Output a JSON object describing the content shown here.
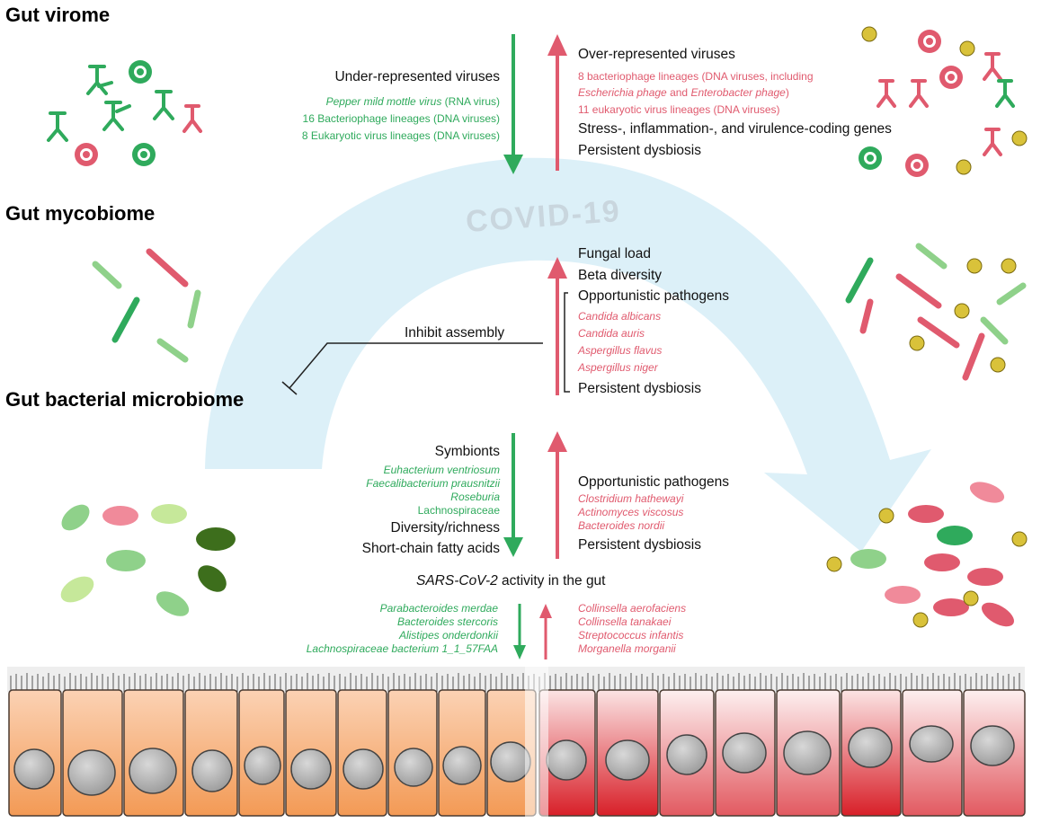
{
  "sections": {
    "virome": "Gut virome",
    "mycobiome": "Gut mycobiome",
    "bacterial": "Gut bacterial microbiome"
  },
  "center_label": "COVID-19",
  "virome": {
    "under": {
      "title": "Under-represented viruses",
      "item1_italic": "Pepper mild mottle virus",
      "item1_rest": " (RNA virus)",
      "item2": "16 Bacteriophage lineages (DNA viruses)",
      "item3": "8 Eukaryotic virus lineages (DNA viruses)"
    },
    "over": {
      "title": "Over-represented viruses",
      "item1": "8 bacteriophage lineages (DNA viruses, including",
      "item2_italic": "Escherichia phage",
      "item2_mid": " and ",
      "item2_italic2": "Enterobacter phage",
      "item2_end": ")",
      "item3": "11 eukaryotic virus lineages (DNA viruses)",
      "line4": "Stress-, inflammation-, and virulence-coding genes",
      "line5": "Persistent dysbiosis"
    }
  },
  "mycobiome": {
    "lines": [
      "Fungal load",
      "Beta diversity",
      "Opportunistic pathogens"
    ],
    "species": [
      "Candida albicans",
      "Candida auris",
      "Aspergillus flavus",
      "Aspergillus niger"
    ],
    "end": "Persistent dysbiosis",
    "inhibit": "Inhibit assembly"
  },
  "bacterial": {
    "down": {
      "title": "Symbionts",
      "species": [
        "Euhacterium ventriosum",
        "Faecalibacterium prausnitzii",
        "Roseburia",
        "Lachnospiraceae"
      ],
      "line2": "Diversity/richness",
      "line3": "Short-chain fatty acids"
    },
    "up": {
      "title": "Opportunistic pathogens",
      "species": [
        "Clostridium hathewayi",
        "Actinomyces viscosus",
        "Bacteroides nordii"
      ],
      "end": "Persistent dysbiosis"
    }
  },
  "sars": {
    "italic": "SARS-CoV-2",
    "rest": " activity in the gut",
    "down": [
      "Parabacteroides merdae",
      "Bacteroides stercoris",
      "Alistipes onderdonkii",
      "Lachnospiraceae bacterium 1_1_57FAA"
    ],
    "up": [
      "Collinsella aerofaciens",
      "Collinsella tanakaei",
      "Streptococcus infantis",
      "Morganella morganii"
    ]
  },
  "colors": {
    "green": "#2faa5c",
    "red": "#e05a6e",
    "arc": "#dcf0f8",
    "cell_orange": "#f6a66e",
    "cell_red": "#d81f28"
  }
}
